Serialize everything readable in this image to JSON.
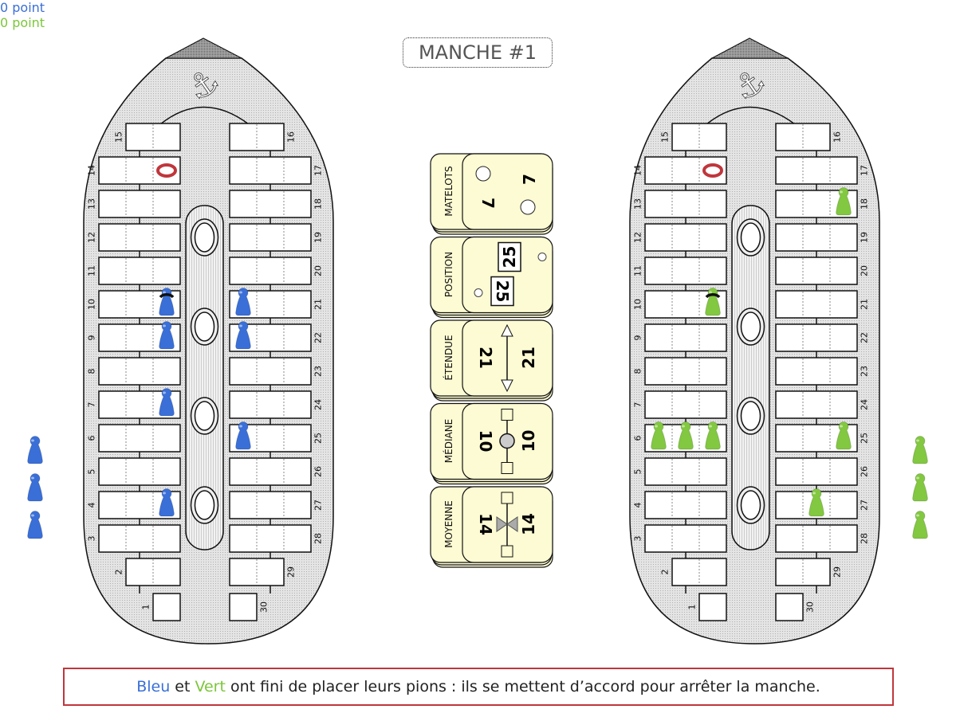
{
  "scores": {
    "blue": "0 point",
    "green": "0 point"
  },
  "round_title": "MANCHE #1",
  "ship_rows": {
    "left": [
      "15",
      "14",
      "13",
      "12",
      "11",
      "10",
      "9",
      "8",
      "7",
      "6",
      "5",
      "4",
      "3",
      "2",
      "1"
    ],
    "right": [
      "16",
      "17",
      "18",
      "19",
      "20",
      "21",
      "22",
      "23",
      "24",
      "25",
      "26",
      "27",
      "28",
      "29",
      "30"
    ]
  },
  "cards": [
    {
      "label": "MATELOTS",
      "value": "7",
      "icon": "sailors-icon"
    },
    {
      "label": "POSITION",
      "value": "25",
      "icon": "position-icon"
    },
    {
      "label": "ÉTENDUE",
      "value": "21",
      "icon": "range-arrow-icon"
    },
    {
      "label": "MÉDIANE",
      "value": "10",
      "icon": "median-icon"
    },
    {
      "label": "MOYENNE",
      "value": "14",
      "icon": "balance-icon"
    }
  ],
  "colors": {
    "blue": "#3a6fd8",
    "green": "#82c840",
    "ring": "#c0363c",
    "card": "#fdfbd3"
  },
  "ships": [
    {
      "player": "blue",
      "pawns": [
        {
          "seat": "10",
          "cell": 3,
          "ringed": true
        },
        {
          "seat": "9",
          "cell": 3
        },
        {
          "seat": "7",
          "cell": 3
        },
        {
          "seat": "4",
          "cell": 3
        },
        {
          "seat": "21",
          "cell": 1
        },
        {
          "seat": "22",
          "cell": 1
        },
        {
          "seat": "25",
          "cell": 1
        }
      ],
      "red_ring": {
        "seat": "14",
        "cell": 3
      },
      "reserve": 3
    },
    {
      "player": "green",
      "pawns": [
        {
          "seat": "18",
          "cell": 3
        },
        {
          "seat": "10",
          "cell": 3,
          "ringed": true
        },
        {
          "seat": "6",
          "cell": 1
        },
        {
          "seat": "6",
          "cell": 2
        },
        {
          "seat": "6",
          "cell": 3
        },
        {
          "seat": "25",
          "cell": 3
        },
        {
          "seat": "27",
          "cell": 2
        }
      ],
      "red_ring": {
        "seat": "14",
        "cell": 3
      },
      "reserve": 3
    }
  ],
  "message": {
    "blue": "Bleu",
    "and": " et ",
    "green": "Vert",
    "rest": " ont fini de placer leurs pions : ils se mettent d’accord pour arrêter la manche."
  }
}
